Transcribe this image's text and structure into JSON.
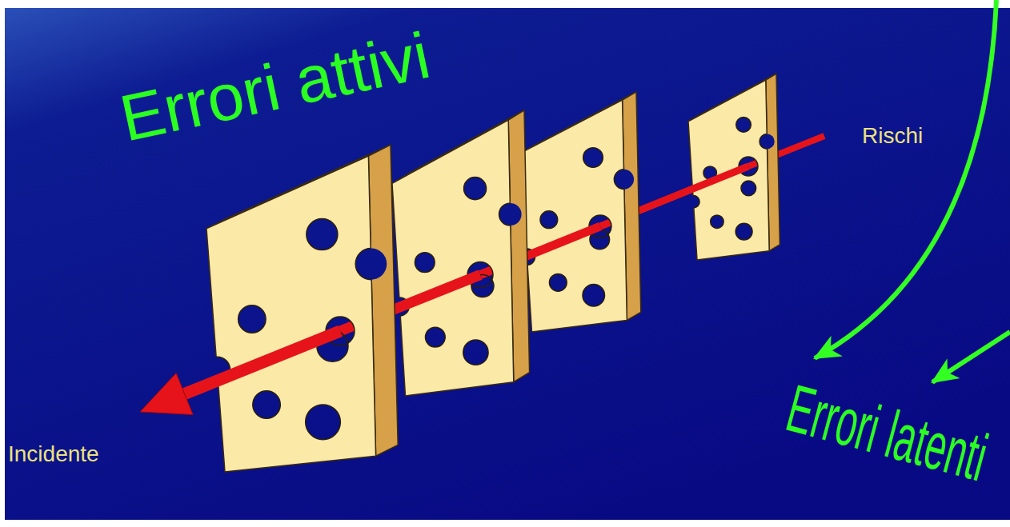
{
  "diagram": {
    "labels": [
      "Errori attivi",
      "Rischi",
      "Incidente",
      "Errori latenti"
    ]
  }
}
